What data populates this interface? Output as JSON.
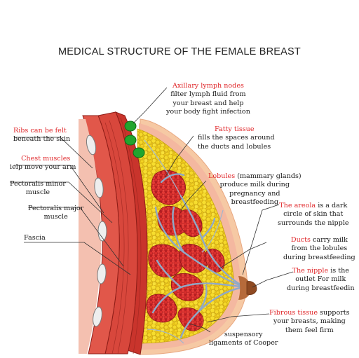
{
  "title": "MEDICAL STRUCTURE OF THE FEMALE BREAST",
  "colors": {
    "accent_red": "#e0282b",
    "muscle": "#c9342c",
    "muscle_dark": "#8e1d17",
    "fat": "#f2d21b",
    "lobule": "#d12b2b",
    "duct": "#8fa9c8",
    "lymph": "#22a52e",
    "skin": "#f6c9a4"
  },
  "labels": {
    "axillary": {
      "head": "Axillary lymph nodes",
      "rest": [
        "filter lymph fluid  from",
        "your breast and help",
        "your body fight infection"
      ]
    },
    "fatty": {
      "head": "Fatty tissue",
      "rest": [
        "fills the spaces around",
        "the ducts and lobules"
      ]
    },
    "lobules": {
      "head": "Lobules",
      "tail": " (mammary glands)",
      "rest": [
        "produce milk during",
        "pregnancy and",
        "breastfeeding"
      ]
    },
    "areola": {
      "head": "The areola",
      "tail": " is a dark",
      "rest": [
        "circle of skin that",
        "surrounds the nipple"
      ]
    },
    "ducts": {
      "head": "Ducts",
      "tail": " carry milk",
      "rest": [
        "from the lobules",
        "during breastfeeding"
      ]
    },
    "nipple": {
      "head": "The nipple",
      "tail": " is the",
      "rest": [
        "outlet For milk",
        "during breastfeedin"
      ]
    },
    "fibrous": {
      "head": "Fibrous tissue",
      "tail": " supports",
      "rest": [
        "your breasts, making",
        "them feel firm"
      ]
    },
    "ribs": {
      "head": "Ribs can be felt",
      "rest": [
        "beneath the skin"
      ]
    },
    "chest": {
      "head": "Chest muscles",
      "rest": [
        "ielp move your arm"
      ]
    },
    "pect_minor": {
      "lines": [
        "Pectoralis minor",
        "muscle"
      ]
    },
    "pect_major": {
      "lines": [
        "Pectoralis major",
        "muscle"
      ]
    },
    "fascia": {
      "lines": [
        "Fascia"
      ]
    },
    "suspensory": {
      "lines": [
        "suspensory",
        "ligaments of Cooper"
      ]
    }
  }
}
